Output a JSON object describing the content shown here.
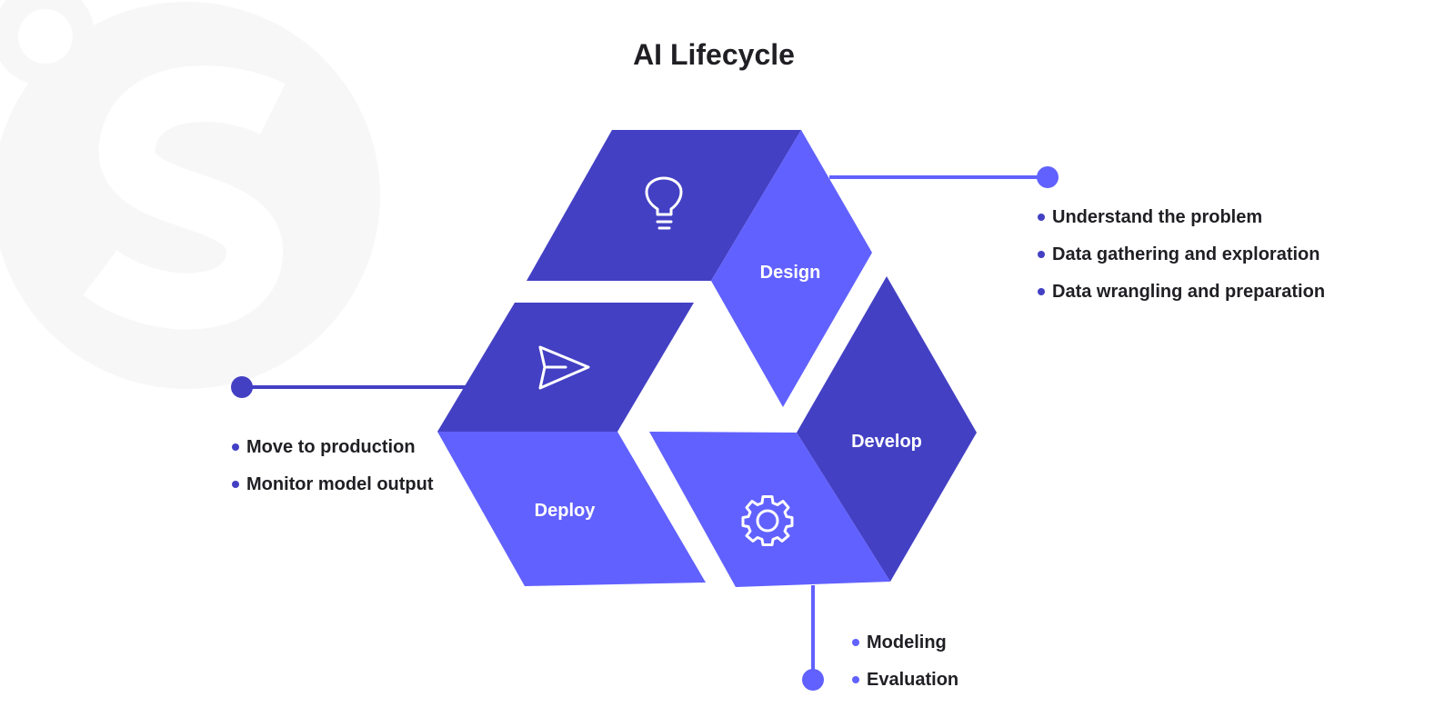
{
  "title": "AI Lifecycle",
  "colors": {
    "dark": "#4340c4",
    "light": "#6161ff",
    "text": "#1f1f24",
    "watermark": "#f7f7f7"
  },
  "stages": {
    "design": {
      "label": "Design",
      "icon": "lightbulb-icon",
      "bullets": [
        "Understand the problem",
        "Data gathering and exploration",
        "Data wrangling and preparation"
      ]
    },
    "develop": {
      "label": "Develop",
      "icon": "gear-icon",
      "bullets": [
        "Modeling",
        "Evaluation"
      ]
    },
    "deploy": {
      "label": "Deploy",
      "icon": "paper-plane-icon",
      "bullets": [
        "Move to production",
        "Monitor model output"
      ]
    }
  }
}
